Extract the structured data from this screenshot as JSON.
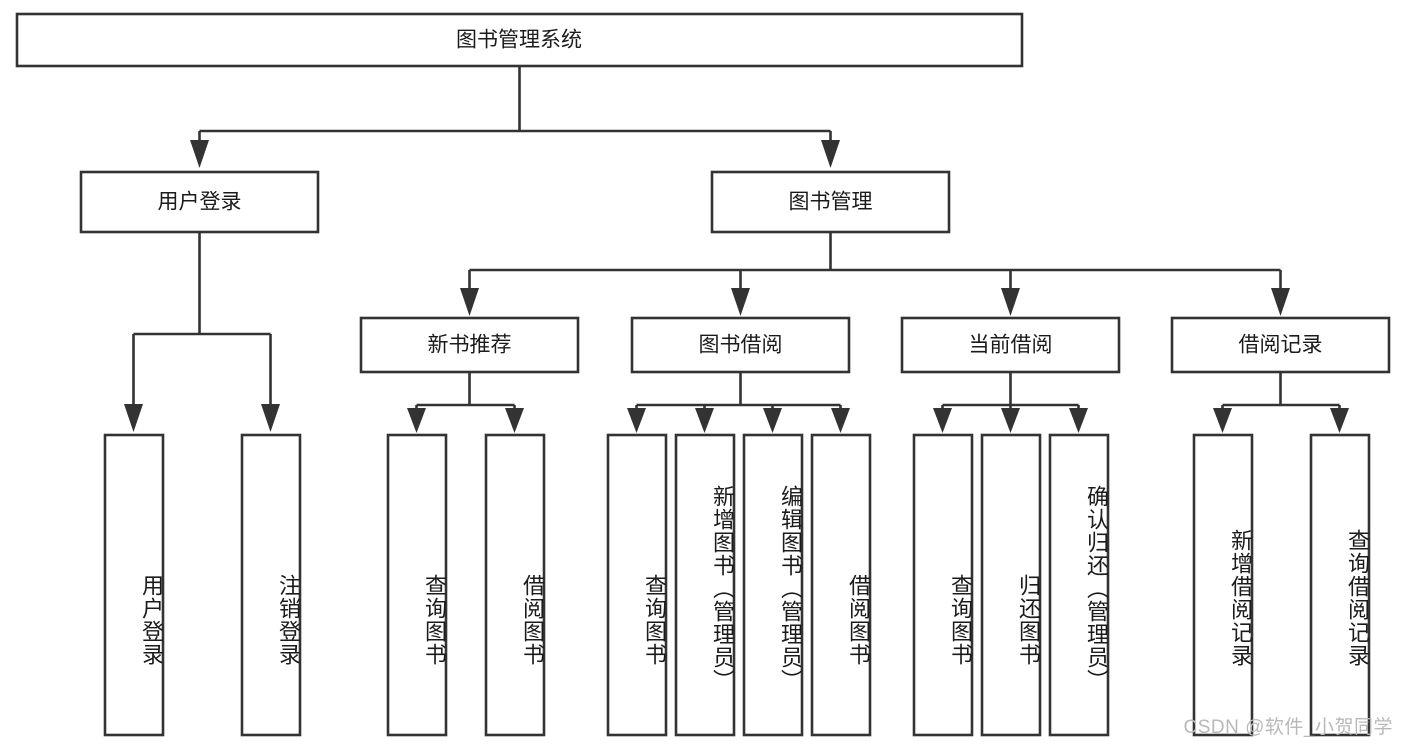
{
  "diagram": {
    "type": "tree-hierarchy-chart",
    "title": "图书管理系统",
    "orientation": "top-down",
    "line_color": "#333333",
    "box_fill": "#ffffff",
    "text_color": "#1b1b1b",
    "root": {
      "label": "图书管理系统",
      "children": [
        {
          "label": "用户登录",
          "children": [
            {
              "label": "用户登录"
            },
            {
              "label": "注销登录"
            }
          ]
        },
        {
          "label": "图书管理",
          "children": [
            {
              "label": "新书推荐",
              "children": [
                {
                  "label": "查询图书"
                },
                {
                  "label": "借阅图书"
                }
              ]
            },
            {
              "label": "图书借阅",
              "children": [
                {
                  "label": "查询图书"
                },
                {
                  "label": "新增图书（管理员）"
                },
                {
                  "label": "编辑图书（管理员）"
                },
                {
                  "label": "借阅图书"
                }
              ]
            },
            {
              "label": "当前借阅",
              "children": [
                {
                  "label": "查询图书"
                },
                {
                  "label": "归还图书"
                },
                {
                  "label": "确认归还（管理员）"
                }
              ]
            },
            {
              "label": "借阅记录",
              "children": [
                {
                  "label": "新增借阅记录"
                },
                {
                  "label": "查询借阅记录"
                }
              ]
            }
          ]
        }
      ]
    },
    "level2": [
      {
        "label": "用户登录"
      },
      {
        "label": "图书管理"
      }
    ],
    "level3": [
      {
        "label": "新书推荐"
      },
      {
        "label": "图书借阅"
      },
      {
        "label": "当前借阅"
      },
      {
        "label": "借阅记录"
      }
    ],
    "leaves": [
      {
        "label": "用户登录"
      },
      {
        "label": "注销登录"
      },
      {
        "label": "查询图书"
      },
      {
        "label": "借阅图书"
      },
      {
        "label": "查询图书"
      },
      {
        "label": "新增图书（管理员）"
      },
      {
        "label": "编辑图书（管理员）"
      },
      {
        "label": "借阅图书"
      },
      {
        "label": "查询图书"
      },
      {
        "label": "归还图书"
      },
      {
        "label": "确认归还（管理员）"
      },
      {
        "label": "新增借阅记录"
      },
      {
        "label": "查询借阅记录"
      }
    ]
  },
  "watermark": {
    "text": "CSDN @软件_小贺同学"
  }
}
